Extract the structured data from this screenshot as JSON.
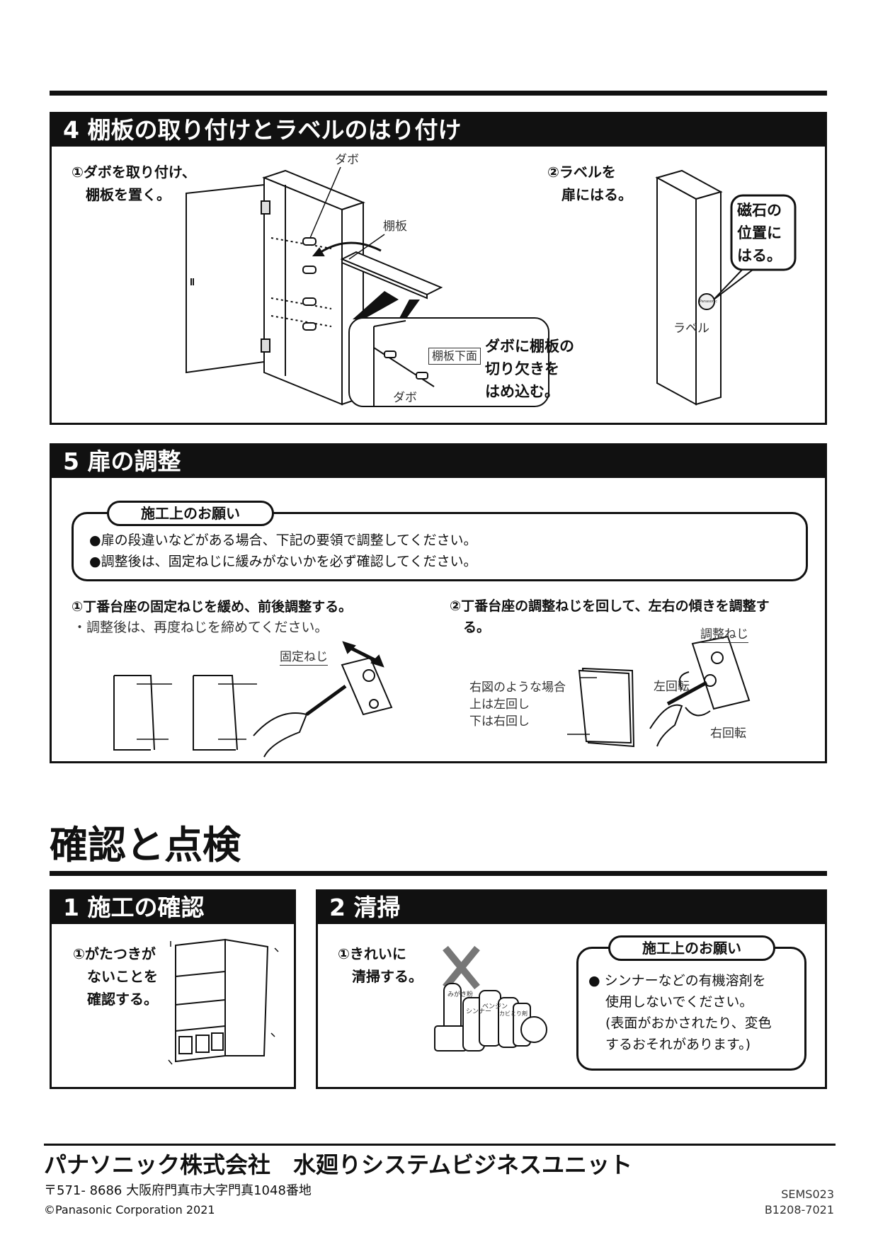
{
  "section4": {
    "title": "4  棚板の取り付けとラベルのはり付け",
    "step1": [
      "①ダボを取り付け、",
      "　棚板を置く。"
    ],
    "step2": [
      "②ラベルを",
      "　扉にはる。"
    ],
    "label_dabo": "ダボ",
    "label_tanaita": "棚板",
    "label_tanaita_shita": "棚板下面",
    "label_dabo2": "ダボ",
    "callout": [
      "ダボに棚板の",
      "切り欠きを",
      "はめ込む。"
    ],
    "magnet_callout": [
      "磁石の",
      "位置に",
      "はる。"
    ],
    "label_label": "ラベル",
    "label_sticker": "Panasonic"
  },
  "section5": {
    "title": "5  扉の調整",
    "notice_title": "施工上のお願い",
    "notice_items": [
      "扉の段違いなどがある場合、下記の要領で調整してください。",
      "調整後は、固定ねじに緩みがないかを必ず確認してください。"
    ],
    "step1": "①丁番台座の固定ねじを緩め、前後調整する。",
    "step1_note": "・調整後は、再度ねじを締めてください。",
    "step2": [
      "②丁番台座の調整ねじを回して、左右の傾きを調整す",
      "　る。"
    ],
    "label_kotei_neji": "固定ねじ",
    "label_chousei_neji": "調整ねじ",
    "left_note": [
      "右図のような場合",
      "上は左回し",
      "下は右回し"
    ],
    "label_left_rot": "左回転",
    "label_right_rot": "右回転"
  },
  "confirm": {
    "title": "確認と点検",
    "sec1_title": "1  施工の確認",
    "sec1_step": [
      "①がたつきが",
      "　ないことを",
      "　確認する。"
    ],
    "sec2_title": "2  清掃",
    "sec2_step": [
      "①きれいに",
      "　清掃する。"
    ],
    "notice_title": "施工上のお願い",
    "notice_lines": [
      "シンナーなどの有機溶剤を",
      "使用しないでください。",
      "(表面がおかされたり、変色",
      " するおそれがあります。)"
    ],
    "bottle_labels": [
      "みがき粉",
      "シンナー",
      "ベンジン",
      "カビとり剤"
    ]
  },
  "footer": {
    "company": "パナソニック株式会社　水廻りシステムビジネスユニット",
    "address": "〒571- 8686 大阪府門真市大字門真1048番地",
    "copyright": "©Panasonic Corporation 2021",
    "code1": "SEMS023",
    "code2": "B1208-7021"
  }
}
